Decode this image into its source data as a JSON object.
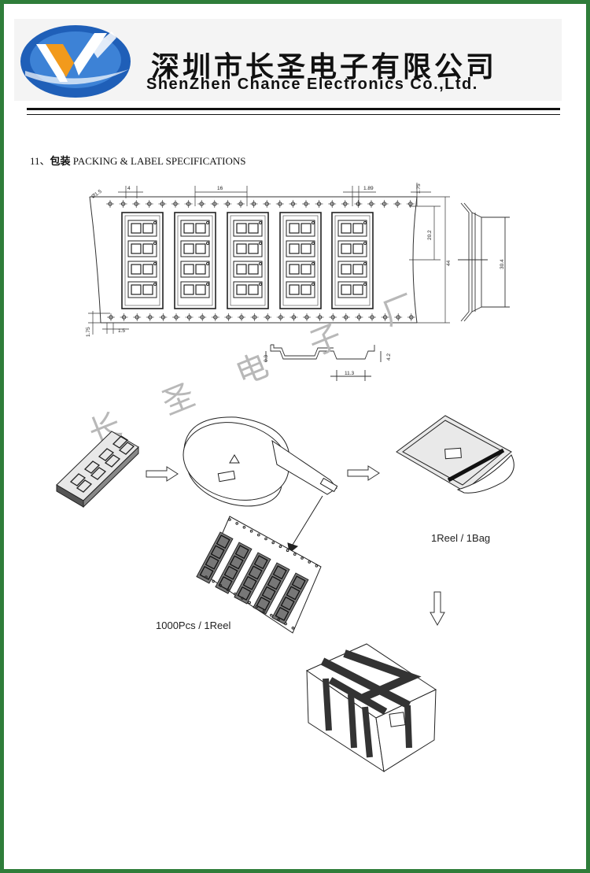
{
  "header": {
    "company_cn": "深圳市长圣电子有限公司",
    "company_en": "ShenZhen Chance Electronics Co.,Ltd."
  },
  "section": {
    "number": "11、",
    "title_cn": "包装",
    "title_en": " PACKING & LABEL SPECIFICATIONS"
  },
  "tape_dimensions": {
    "hole_dia": "Ø1.5",
    "pitch_4": "4",
    "pitch_16": "16",
    "dim_1_89": "1.89",
    "dim_1_75_top": "1.75",
    "dim_20_2": "20.2",
    "width_44": "44",
    "dim_30_4": "30.4",
    "dim_1_75_bottom": "1.75",
    "dim_1_5": "1.5",
    "thickness_0_3": "0.3",
    "depth_4_2": "4.2",
    "pocket_11_3": "11.3"
  },
  "watermark": "长 圣 电 子 厂",
  "flow_labels": {
    "reel_qty": "1000Pcs / 1Reel",
    "bag_qty": "1Reel / 1Bag"
  },
  "colors": {
    "border": "#2f7d3a",
    "logo_blue": "#1f5fb8",
    "logo_orange": "#f29a1c"
  }
}
